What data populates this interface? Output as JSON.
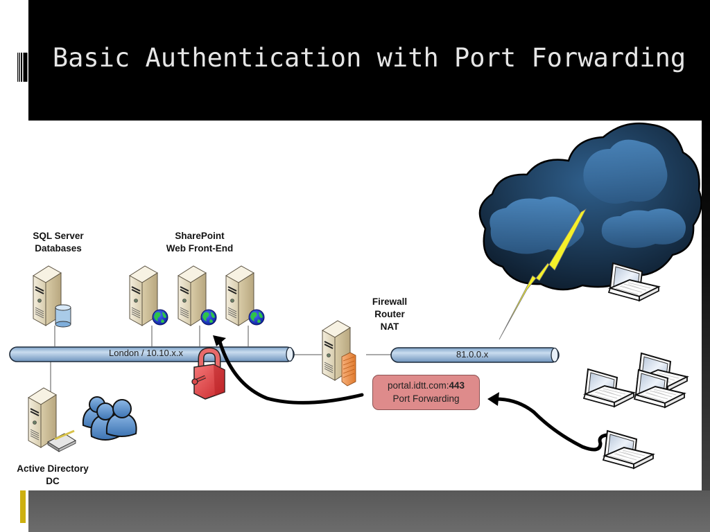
{
  "slide": {
    "title": "Basic Authentication with Port Forwarding",
    "colors": {
      "title_bar": "#000000",
      "title_text": "#e6e6e6",
      "footer_bar": "#606060",
      "footer_accent": "#cdb010",
      "pipe_fill": "#a9c4e0",
      "port_forward_box": "#de8b8b"
    }
  },
  "diagram": {
    "nodes": {
      "sql": {
        "label_line1": "SQL Server",
        "label_line2": "Databases",
        "icon": "database-server-icon"
      },
      "sharepoint": {
        "label_line1": "SharePoint",
        "label_line2": "Web Front-End",
        "icon": "web-server-icon",
        "count": 3
      },
      "firewall": {
        "label_line1": "Firewall",
        "label_line2": "Router",
        "label_line3": "NAT",
        "icon": "firewall-server-icon"
      },
      "ad": {
        "label_line1": "Active Directory",
        "label_line2": "DC",
        "icon": "directory-server-icon"
      }
    },
    "networks": {
      "internal": "London / 10.10.x.x",
      "external": "81.0.0.x"
    },
    "port_forwarding": {
      "host": "portal.idtt.com:",
      "port": "443",
      "caption": "Port Forwarding"
    },
    "internet": {
      "icon": "storm-cloud-icon"
    },
    "clients": {
      "icon": "laptop-icon",
      "count": 5
    },
    "lock": {
      "icon": "padlock-icon"
    },
    "users": {
      "icon": "users-group-icon"
    }
  }
}
